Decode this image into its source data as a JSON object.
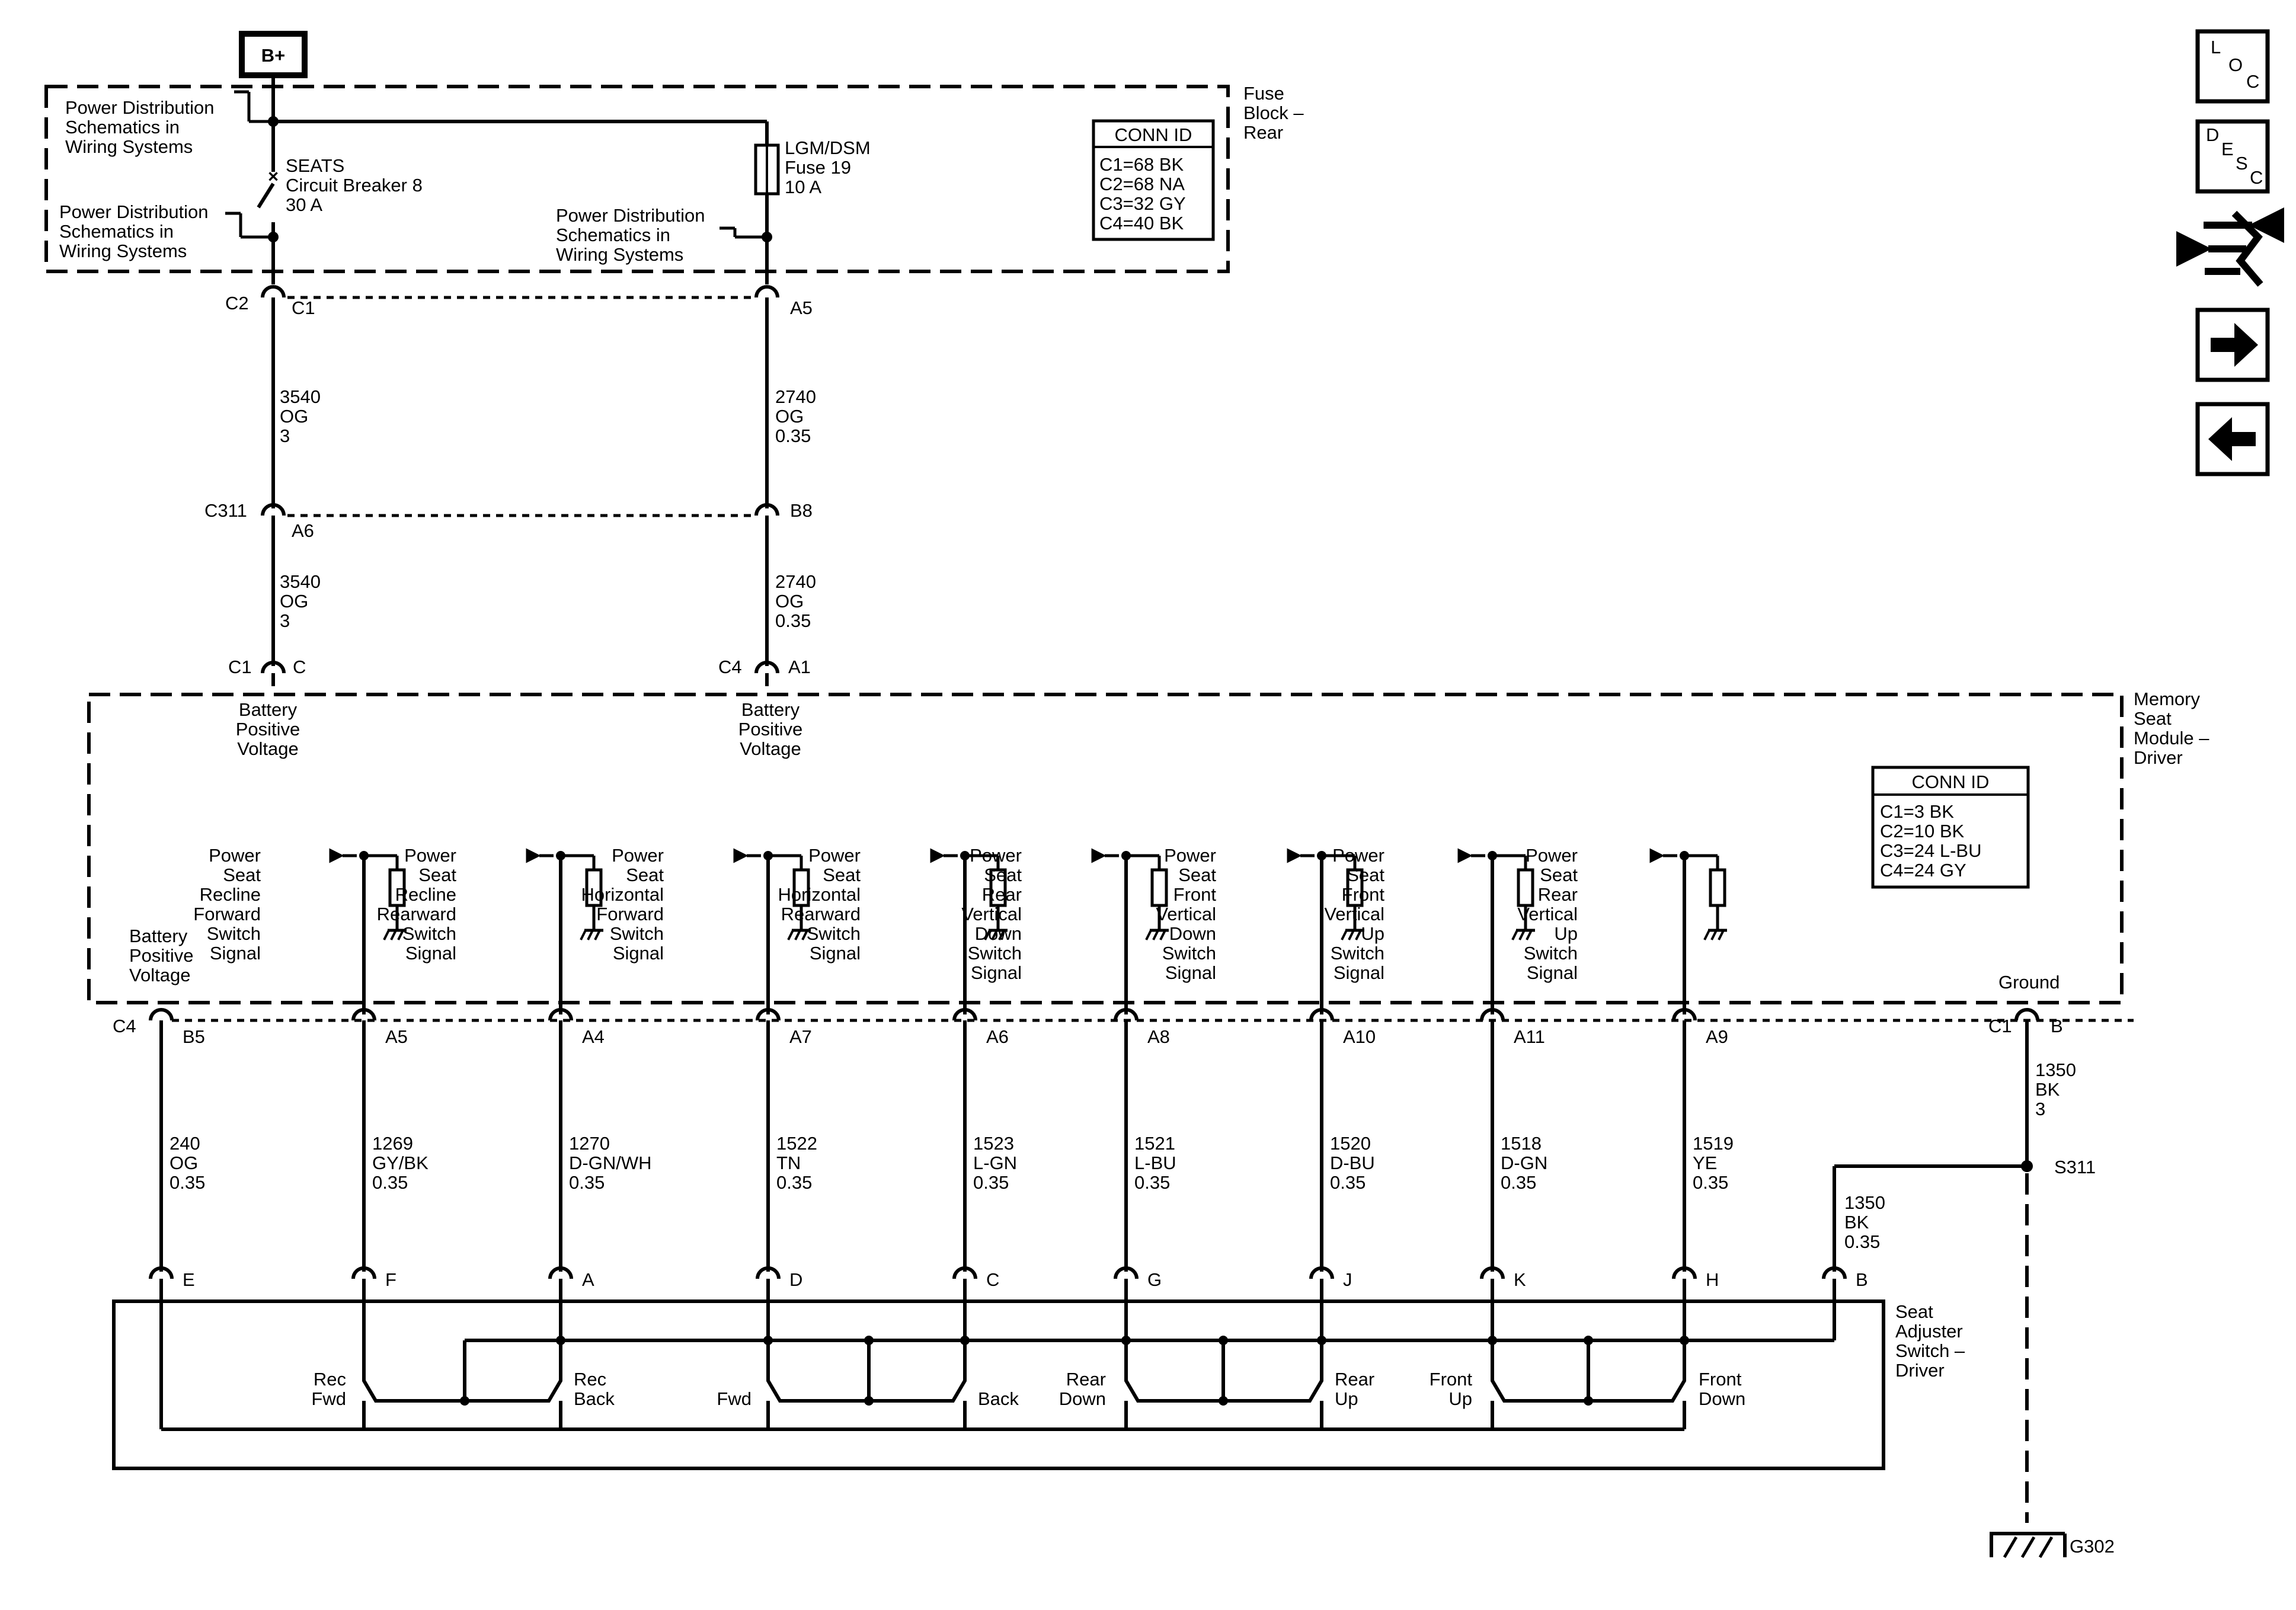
{
  "power_source": {
    "label": "B+"
  },
  "fuse_block": {
    "title_lines": [
      "Fuse",
      "Block –",
      "Rear"
    ],
    "pd_ref_1": [
      "Power Distribution",
      "Schematics in",
      "Wiring Systems"
    ],
    "pd_ref_2": [
      "Power Distribution",
      "Schematics in",
      "Wiring Systems"
    ],
    "pd_ref_3": [
      "Power Distribution",
      "Schematics in",
      "Wiring Systems"
    ],
    "breaker_lines": [
      "SEATS",
      "Circuit Breaker 8",
      "30 A"
    ],
    "fuse_lines": [
      "LGM/DSM",
      "Fuse 19",
      "10 A"
    ],
    "conn_id": {
      "header": "CONN ID",
      "rows": [
        "C1=68 BK",
        "C2=68 NA",
        "C3=32 GY",
        "C4=40 BK"
      ]
    }
  },
  "connectors": {
    "fb_left": [
      "C2",
      "C1"
    ],
    "fb_right": "A5",
    "c311_left": [
      "C311",
      "A6"
    ],
    "c311_right": "B8",
    "msm_left": [
      "C1",
      "C"
    ],
    "msm_right": [
      "C4",
      "A1"
    ]
  },
  "wires_upper": {
    "left_1": [
      "3540",
      "OG",
      "3"
    ],
    "right_1": [
      "2740",
      "OG",
      "0.35"
    ],
    "left_2": [
      "3540",
      "OG",
      "3"
    ],
    "right_2": [
      "2740",
      "OG",
      "0.35"
    ]
  },
  "memory_module": {
    "title_lines": [
      "Memory",
      "Seat",
      "Module –",
      "Driver"
    ],
    "bpv_left": [
      "Battery",
      "Positive",
      "Voltage"
    ],
    "bpv_right": [
      "Battery",
      "Positive",
      "Voltage"
    ],
    "bpv_bottom": [
      "Battery",
      "Positive",
      "Voltage"
    ],
    "ground_label": "Ground",
    "conn_id": {
      "header": "CONN ID",
      "rows": [
        "C1=3 BK",
        "C2=10 BK",
        "C3=24 L-BU",
        "C4=24 GY"
      ]
    },
    "signals": [
      [
        "Power",
        "Seat",
        "Recline",
        "Forward",
        "Switch",
        "Signal"
      ],
      [
        "Power",
        "Seat",
        "Recline",
        "Rearward",
        "Switch",
        "Signal"
      ],
      [
        "Power",
        "Seat",
        "Horizontal",
        "Forward",
        "Switch",
        "Signal"
      ],
      [
        "Power",
        "Seat",
        "Horizontal",
        "Rearward",
        "Switch",
        "Signal"
      ],
      [
        "Power",
        "Seat",
        "Rear",
        "Vertical",
        "Down",
        "Switch",
        "Signal"
      ],
      [
        "Power",
        "Seat",
        "Front",
        "Vertical",
        "Down",
        "Switch",
        "Signal"
      ],
      [
        "Power",
        "Seat",
        "Front",
        "Vertical",
        "Up",
        "Switch",
        "Signal"
      ],
      [
        "Power",
        "Seat",
        "Rear",
        "Vertical",
        "Up",
        "Switch",
        "Signal"
      ]
    ]
  },
  "module_pins": {
    "first_connector": "C4",
    "pins": [
      "B5",
      "A5",
      "A4",
      "A7",
      "A6",
      "A8",
      "A10",
      "A11",
      "A9"
    ],
    "ground_connector": "C1",
    "ground_pin": "B"
  },
  "wires_lower": [
    [
      "240",
      "OG",
      "0.35"
    ],
    [
      "1269",
      "GY/BK",
      "0.35"
    ],
    [
      "1270",
      "D-GN/WH",
      "0.35"
    ],
    [
      "1522",
      "TN",
      "0.35"
    ],
    [
      "1523",
      "L-GN",
      "0.35"
    ],
    [
      "1521",
      "L-BU",
      "0.35"
    ],
    [
      "1520",
      "D-BU",
      "0.35"
    ],
    [
      "1518",
      "D-GN",
      "0.35"
    ],
    [
      "1519",
      "YE",
      "0.35"
    ]
  ],
  "ground_wire": {
    "upper": [
      "1350",
      "BK",
      "3"
    ],
    "splice": "S311",
    "branch": [
      "1350",
      "BK",
      "0.35"
    ],
    "ground_point": "G302"
  },
  "switch": {
    "pins": [
      "E",
      "F",
      "A",
      "D",
      "C",
      "G",
      "J",
      "K",
      "H",
      "B"
    ],
    "title_lines": [
      "Seat",
      "Adjuster",
      "Switch –",
      "Driver"
    ],
    "labels": {
      "rec_fwd": [
        "Rec",
        "Fwd"
      ],
      "rec_back": [
        "Rec",
        "Back"
      ],
      "fwd": "Fwd",
      "back": "Back",
      "rear_down": [
        "Rear",
        "Down"
      ],
      "rear_up": [
        "Rear",
        "Up"
      ],
      "front_up": [
        "Front",
        "Up"
      ],
      "front_down": [
        "Front",
        "Down"
      ]
    }
  },
  "nav": [
    {
      "icon": "loc-icon",
      "letters": [
        "L",
        "O",
        "C"
      ]
    },
    {
      "icon": "desc-icon",
      "letters": [
        "D",
        "E",
        "S",
        "C"
      ]
    },
    {
      "icon": "connector-view-icon"
    },
    {
      "icon": "arrow-right-icon"
    },
    {
      "icon": "arrow-left-icon"
    }
  ]
}
